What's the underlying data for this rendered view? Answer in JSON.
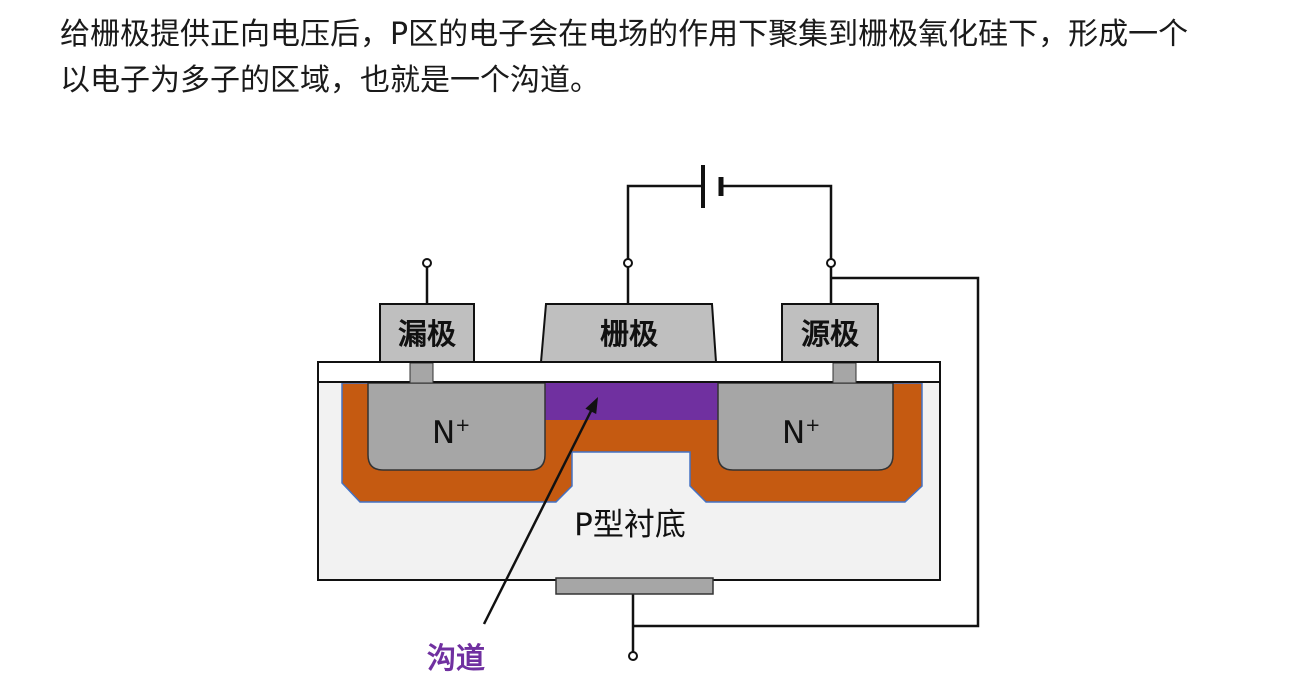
{
  "paragraph": {
    "lines": [
      "给栅极提供正向电压后，P区的电子会在电场的作用下聚集到栅极氧化硅下，形成一个",
      "以电子为多子的区域，也就是一个沟道。"
    ]
  },
  "diagram": {
    "drain_label": "漏极",
    "gate_label": "栅极",
    "source_label": "源极",
    "n_plus_left": {
      "base": "N",
      "sup": "+"
    },
    "n_plus_right": {
      "base": "N",
      "sup": "+"
    },
    "substrate_label": "P型衬底",
    "channel_label": "沟道"
  },
  "colors": {
    "electrode": "#bfbfbf",
    "n_plus": "#a6a6a6",
    "depletion": "#c55a11",
    "depletion_edge": "#4472c4",
    "channel": "#7030a0",
    "substrate": "#f2f2f2",
    "oxide": "#ffffff",
    "contact": "#a6a6a6"
  }
}
